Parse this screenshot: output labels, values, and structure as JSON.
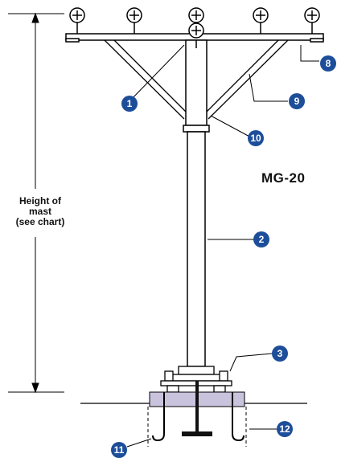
{
  "labels": {
    "height_line1": "Height of",
    "height_line2": "mast",
    "height_line3": "(see chart)",
    "model": "MG-20"
  },
  "callouts": [
    "1",
    "2",
    "3",
    "8",
    "9",
    "10",
    "11",
    "12"
  ],
  "colors": {
    "callout_fill": "#1d4e9a",
    "foundation_fill": "#c9c3de",
    "line": "#000000"
  }
}
